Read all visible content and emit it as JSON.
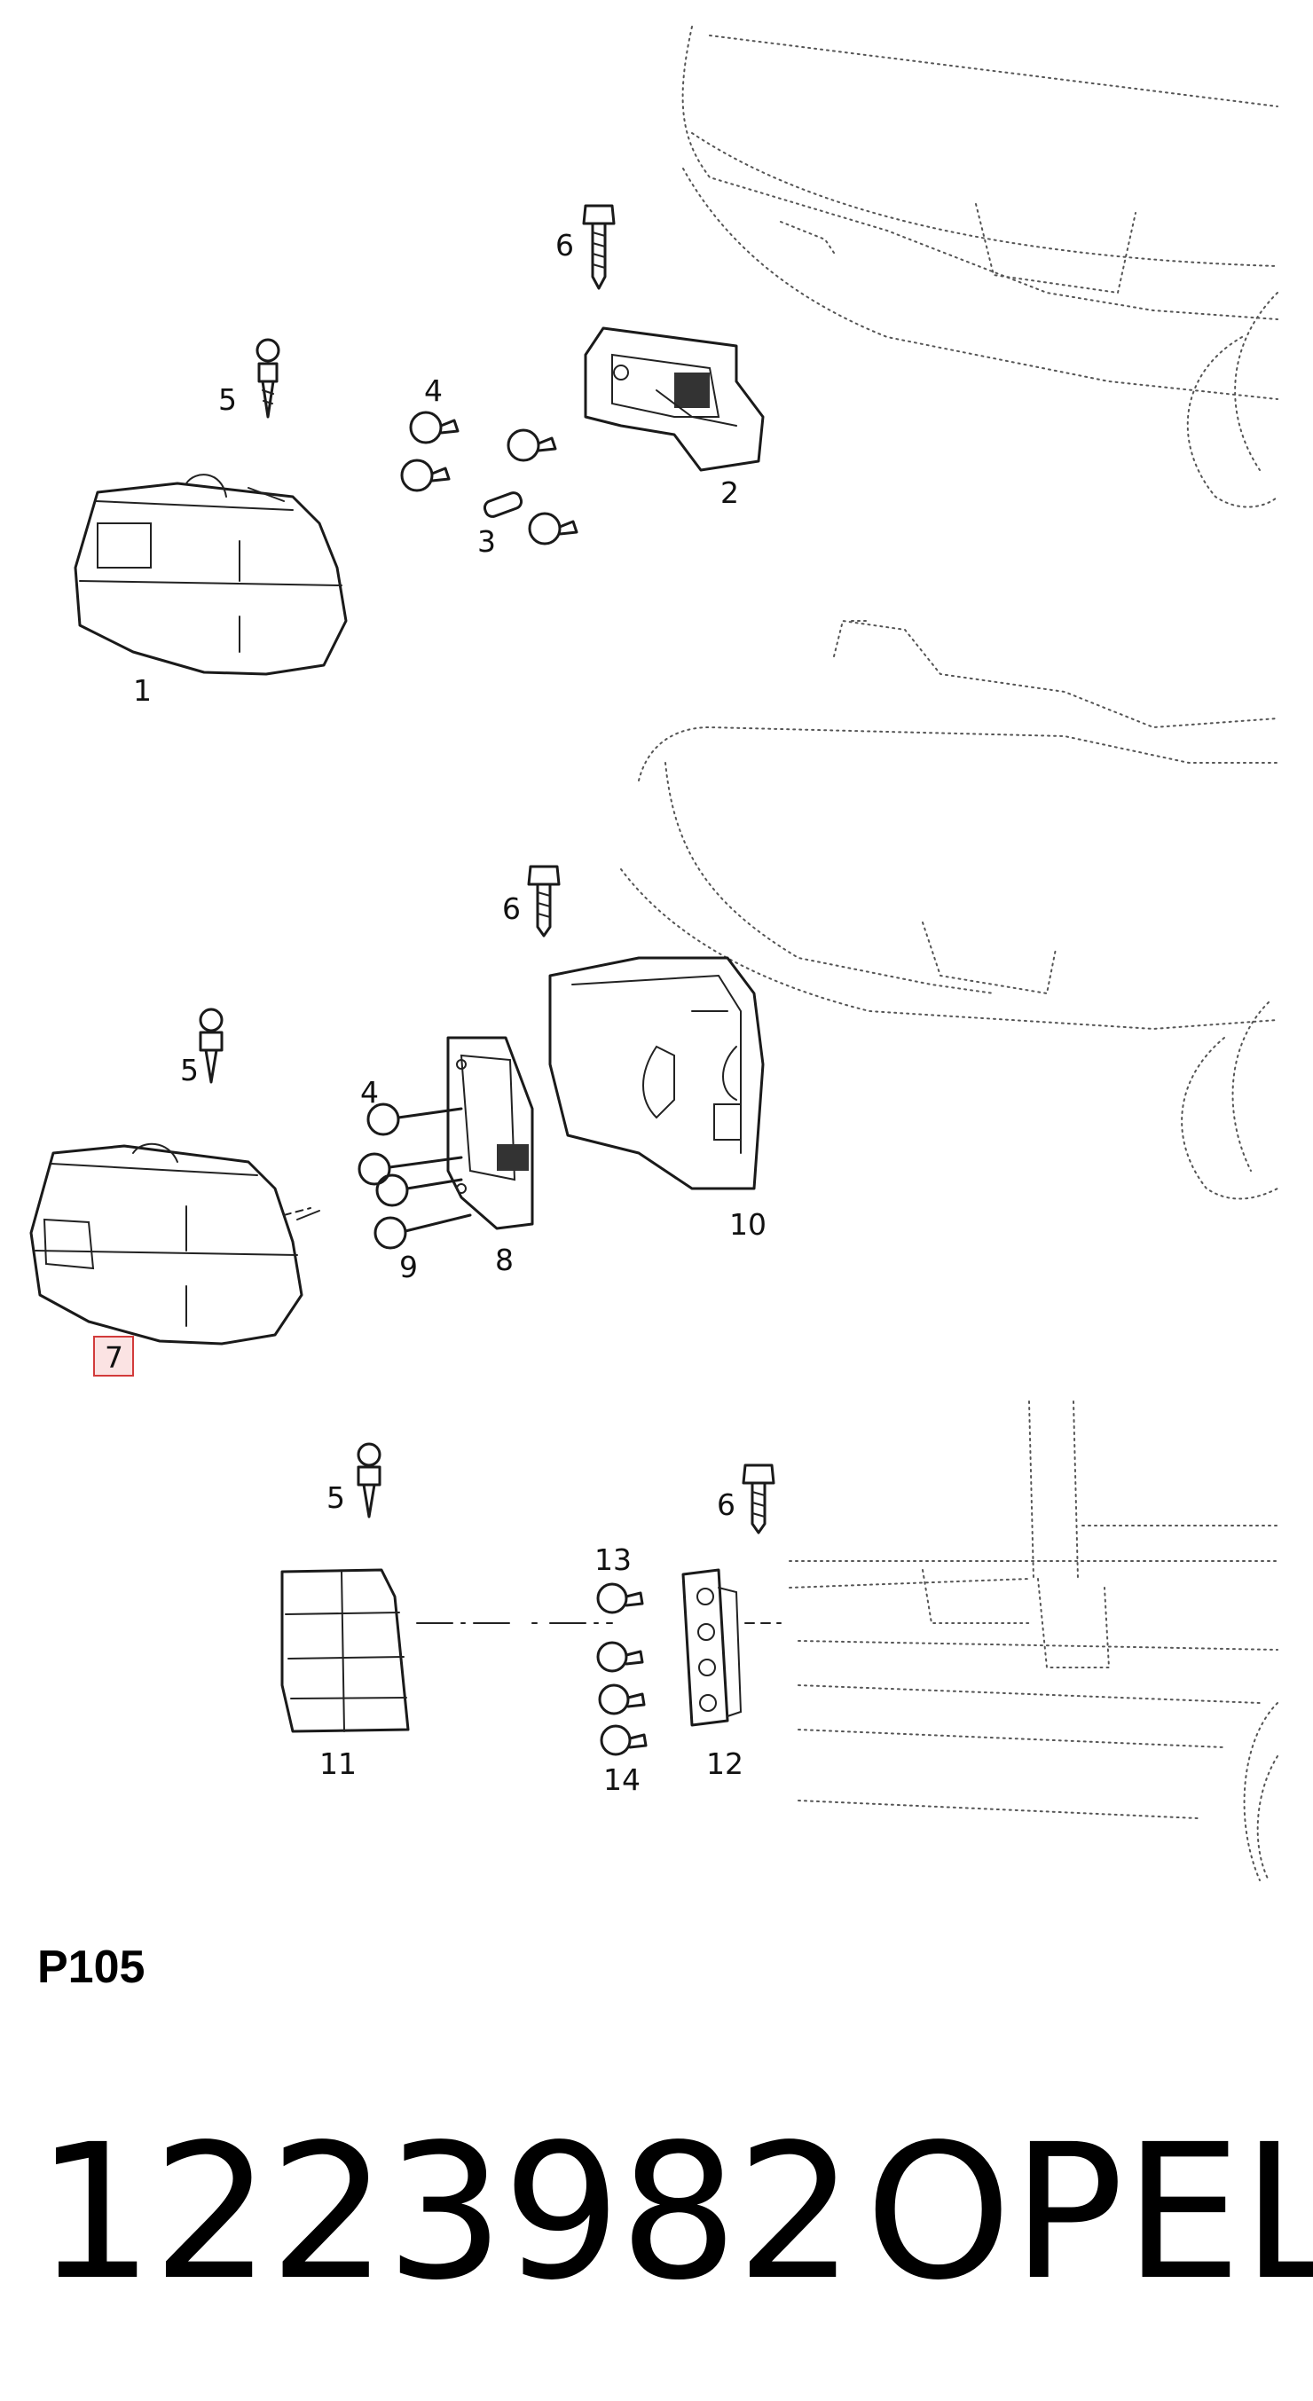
{
  "diagram": {
    "plate_code": "P105",
    "part_number": "1223982",
    "brand": "OPEL",
    "callouts": [
      {
        "id": "c1",
        "label": "1"
      },
      {
        "id": "c2",
        "label": "2"
      },
      {
        "id": "c3",
        "label": "3"
      },
      {
        "id": "c4a",
        "label": "4"
      },
      {
        "id": "c5a",
        "label": "5"
      },
      {
        "id": "c6a",
        "label": "6"
      },
      {
        "id": "c4b",
        "label": "4"
      },
      {
        "id": "c5b",
        "label": "5"
      },
      {
        "id": "c6b",
        "label": "6"
      },
      {
        "id": "c7",
        "label": "7",
        "highlighted": true
      },
      {
        "id": "c8",
        "label": "8"
      },
      {
        "id": "c9",
        "label": "9"
      },
      {
        "id": "c10",
        "label": "10"
      },
      {
        "id": "c5c",
        "label": "5"
      },
      {
        "id": "c6c",
        "label": "6"
      },
      {
        "id": "c11",
        "label": "11"
      },
      {
        "id": "c12",
        "label": "12"
      },
      {
        "id": "c13",
        "label": "13"
      },
      {
        "id": "c14",
        "label": "14"
      }
    ],
    "highlight_color": "#d23b3b"
  }
}
